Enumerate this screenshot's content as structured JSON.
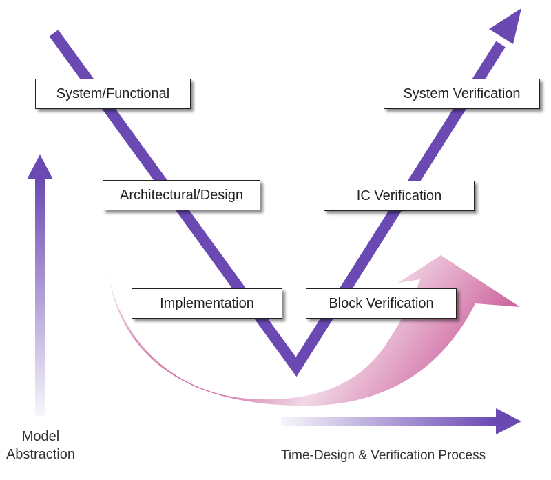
{
  "colors": {
    "v_line": "#6a49b3",
    "time_arrow": "#6a49b3",
    "abstraction_arrow": "#6a49b3",
    "curve": "#c54b8e"
  },
  "stages": {
    "system_functional": "System/Functional",
    "architectural_design": "Architectural/Design",
    "implementation": "Implementation",
    "system_verification": "System Verification",
    "ic_verification": "IC Verification",
    "block_verification": "Block Verification"
  },
  "axes": {
    "vertical_label_line1": "Model",
    "vertical_label_line2": "Abstraction",
    "horizontal_label": "Time-Design & Verification Process"
  }
}
